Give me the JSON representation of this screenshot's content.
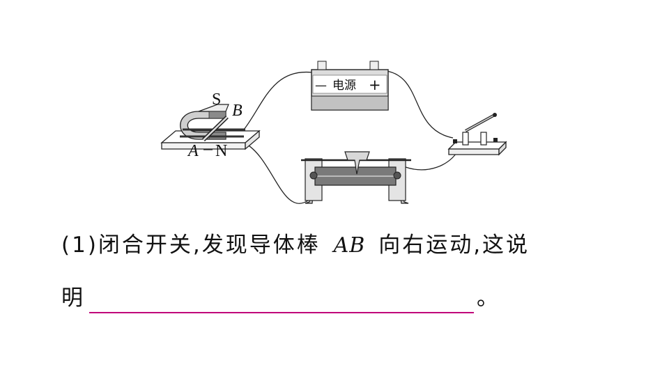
{
  "figure": {
    "labels": {
      "s": "S",
      "b": "B",
      "a": "A",
      "n": "N",
      "source_minus": "—",
      "source_word": "电源",
      "source_plus": "+"
    }
  },
  "question": {
    "line1_prefix": "(1)闭合开关,发现导体棒",
    "ab": "AB",
    "line1_suffix": "向右运动,这说",
    "line2_prefix": "明",
    "line2_suffix": "。"
  },
  "colors": {
    "blank_line": "#c0007a",
    "ink": "#111111"
  }
}
